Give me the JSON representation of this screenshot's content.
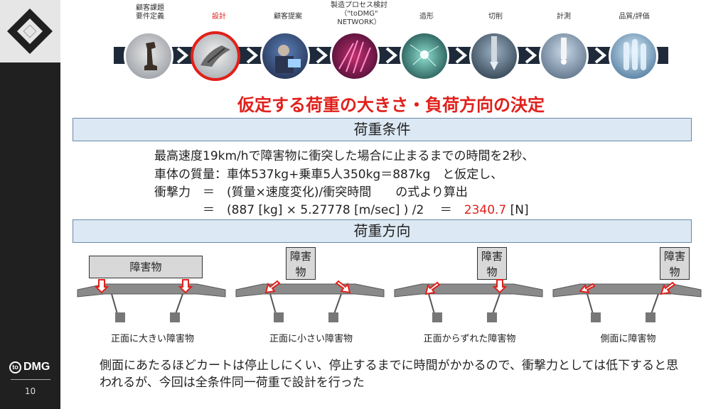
{
  "process_steps": [
    {
      "label": "顧客課題\n要件定義"
    },
    {
      "label": "設計"
    },
    {
      "label": "顧客提案"
    },
    {
      "label": "製造プロセス検討\n（\"toDMG\"\nNETWORK）"
    },
    {
      "label": "造形"
    },
    {
      "label": "切削"
    },
    {
      "label": "計測"
    },
    {
      "label": "品質/評価"
    }
  ],
  "slide_title": "仮定する荷重の大きさ・負荷方向の決定",
  "load_conditions": {
    "header": "荷重条件",
    "line1": "最高速度19km/hで障害物に衝突した場合に止まるまでの時間を2秒、",
    "line2": "車体の質量：車体537kg+乗車5人350kg＝887kg　と仮定し、",
    "line3": "衝撃力　＝　(質量×速度変化)/衝突時間　　の式より算出",
    "line4_prefix": "　　　　＝　(887 [kg] × 5.27778 [m/sec] ) /2　 ＝　",
    "line4_value": "2340.7",
    "line4_unit": " [N]"
  },
  "load_direction": {
    "header": "荷重方向",
    "cases": [
      {
        "obstacle": "障害物",
        "caption": "正面に大きい障害物"
      },
      {
        "obstacle": "障害\n物",
        "caption": "正面に小さい障害物"
      },
      {
        "obstacle": "障害\n物",
        "caption": "正面からずれた障害物"
      },
      {
        "obstacle": "障害\n物",
        "caption": "側面に障害物"
      }
    ]
  },
  "note": "側面にあたるほどカートは停止しにくい、停止するまでに時間がかかるので、衝撃力としては低下すると思われるが、今回は全条件同一荷重で設計を行った",
  "footer": {
    "brand": "DMG",
    "brand_prefix": "to",
    "page": "10"
  },
  "colors": {
    "accent": "#e0201b",
    "header_bg": "#dce8f3",
    "sidebar": "#202020"
  }
}
